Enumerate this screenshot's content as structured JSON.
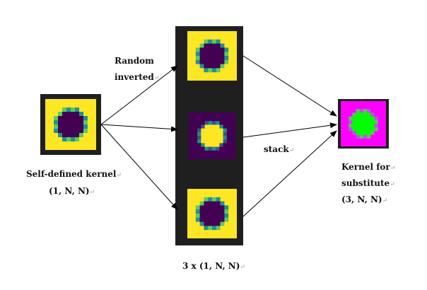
{
  "labels": {
    "random": "Random",
    "inverted": "inverted",
    "stack": "stack",
    "self_defined_kernel": "Self-defined kernel",
    "shape_single": "(1, N, N)",
    "stacked_shape": "3 x (1, N, N)",
    "kernel_for": "Kernel for",
    "substitute": "substitute",
    "shape_rgb": "(3, N, N)",
    "return_mark": "↵"
  },
  "colors": {
    "panel_background": "#1f1f1f",
    "yellow": "#fde725",
    "dark_purple": "#440154",
    "teal": "#21918c",
    "green_edge": "#5ec962",
    "magenta": "#ff00ff",
    "green": "#00ff00",
    "arrow": "#000000"
  },
  "kernels": [
    {
      "name": "self-defined-kernel",
      "style": "viridis-normal"
    },
    {
      "name": "stack-kernel-1",
      "style": "viridis-normal"
    },
    {
      "name": "stack-kernel-2",
      "style": "viridis-inverted"
    },
    {
      "name": "stack-kernel-3",
      "style": "viridis-normal"
    },
    {
      "name": "substitute-kernel",
      "style": "rgb"
    }
  ]
}
